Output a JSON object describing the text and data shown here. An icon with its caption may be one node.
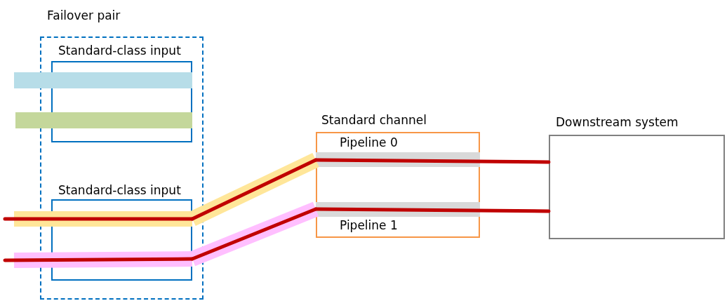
{
  "diagram": {
    "nodes": [
      {
        "text": [
          "Failover pair"
        ]
      },
      {
        "text": [
          "Standard-class input"
        ],
        "in": 0
      },
      {
        "text": [
          "Standard-class input"
        ],
        "in": 0
      },
      {
        "text": [
          "Standard channel"
        ]
      },
      {
        "text": [
          "Pipeline 0"
        ],
        "in": 3
      },
      {
        "text": [
          "Pipeline 1"
        ],
        "in": 3
      },
      {
        "text": [
          "Downstream system"
        ]
      },
      {
        "text": [],
        "shape": "bar"
      },
      {
        "text": [],
        "shape": "bar"
      }
    ],
    "edges": [
      {
        "from": null,
        "to": 2,
        "arrow": "none"
      },
      {
        "from": 2,
        "to": 4,
        "arrow": "none"
      },
      {
        "from": 4,
        "to": 6,
        "arrow": "none"
      },
      {
        "from": null,
        "to": 2,
        "arrow": "none"
      },
      {
        "from": 2,
        "to": 5,
        "arrow": "none"
      },
      {
        "from": 5,
        "to": 6,
        "arrow": "none"
      }
    ]
  }
}
